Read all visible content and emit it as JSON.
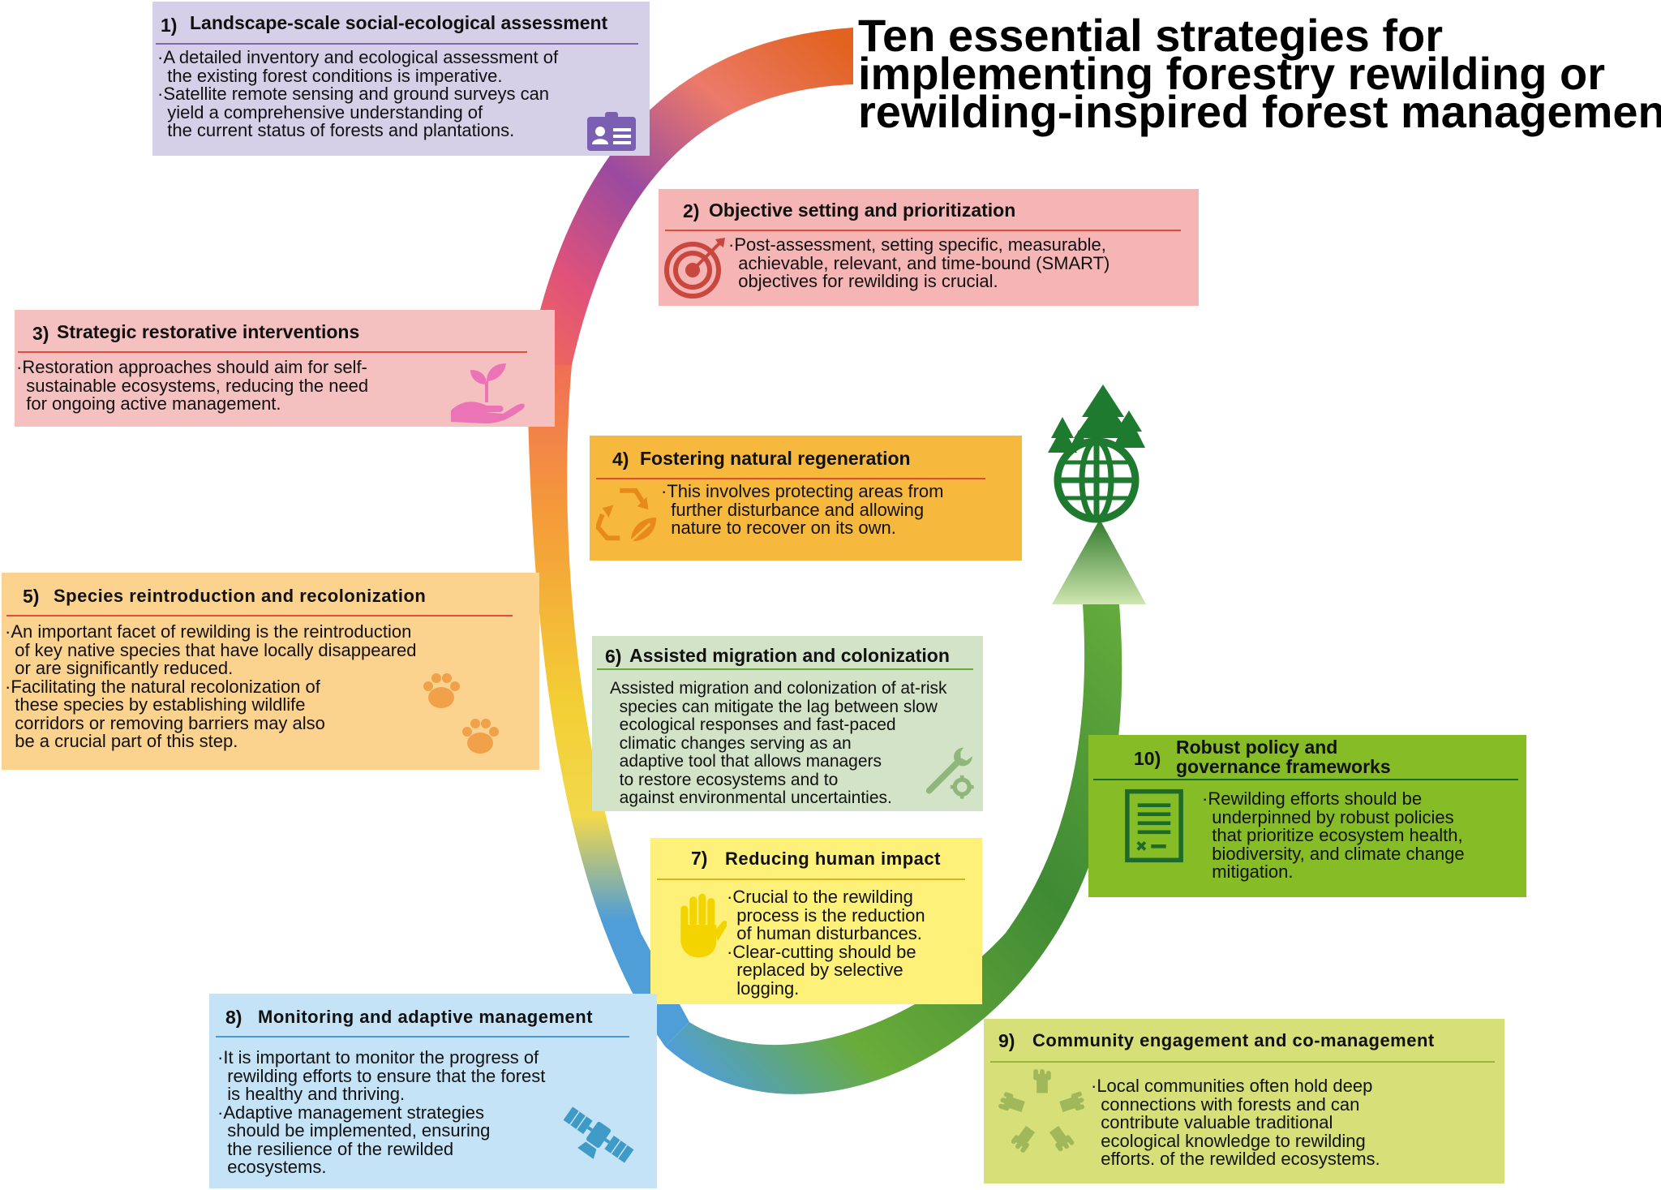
{
  "title": {
    "lines": [
      "Ten essential strategies for",
      "implementing forestry rewilding or",
      "rewilding-inspired forest management"
    ]
  },
  "colors": {
    "box1": "#d5cfe7",
    "box2": "#f5b5b4",
    "box3": "#f5c1c0",
    "box4": "#f7b83e",
    "box5": "#fbd38f",
    "box6": "#d3e3c7",
    "box7": "#fdf17a",
    "box8": "#c5e3f7",
    "box9": "#d7e078",
    "box10": "#86bc25",
    "rule_red": "#e04b3a",
    "rule_green": "#6aa83a",
    "ribbon": [
      "#e76f30",
      "#9c4a9c",
      "#e95a6a",
      "#f6a63a",
      "#f2d336",
      "#4b9ad6",
      "#5ca43a",
      "#3f8a34"
    ]
  },
  "strategies": [
    {
      "num": "1)",
      "title": "Landscape-scale social-ecological assessment",
      "lines": [
        "·A detailed inventory and ecological assessment of",
        "  the existing forest conditions is imperative.",
        "·Satellite remote sensing and ground surveys can",
        "  yield a comprehensive understanding of",
        "  the current status of forests and plantations."
      ],
      "icon": "id-card-icon"
    },
    {
      "num": "2)",
      "title": "Objective setting and prioritization",
      "lines": [
        "·Post-assessment, setting specific, measurable,",
        "  achievable, relevant, and time-bound (SMART)",
        "  objectives for rewilding is crucial."
      ],
      "icon": "target-icon"
    },
    {
      "num": "3)",
      "title": "Strategic restorative interventions",
      "lines": [
        "·Restoration approaches should aim for self-",
        "  sustainable ecosystems, reducing the need",
        "  for ongoing active management."
      ],
      "icon": "seedling-hand-icon"
    },
    {
      "num": "4)",
      "title": "Fostering natural regeneration",
      "lines": [
        "·This involves protecting areas from",
        "  further disturbance and allowing",
        "  nature to recover on its own."
      ],
      "icon": "recycle-leaf-icon"
    },
    {
      "num": "5)",
      "title": "Species reintroduction and recolonization",
      "lines": [
        "·An important facet of rewilding is the reintroduction",
        "  of key native species that have locally disappeared",
        "  or are significantly reduced.",
        "·Facilitating the natural recolonization of",
        "  these species by establishing wildlife",
        "  corridors or removing barriers may also",
        "  be a crucial part of this step."
      ],
      "icon": "paw-prints-icon"
    },
    {
      "num": "6)",
      "title": "Assisted migration and colonization",
      "lines": [
        "Assisted migration and colonization of at-risk",
        "  species can mitigate the lag between slow",
        "  ecological responses and fast-paced",
        "  climatic changes serving as an",
        "  adaptive tool that allows managers",
        "  to restore ecosystems and to",
        "  against environmental uncertainties."
      ],
      "icon": "wrench-gear-icon"
    },
    {
      "num": "7)",
      "title": "Reducing human impact",
      "lines": [
        "·Crucial to the rewilding",
        "  process is the reduction",
        "  of human disturbances.",
        "·Clear-cutting should be",
        "  replaced by selective",
        "  logging."
      ],
      "icon": "stop-hand-icon"
    },
    {
      "num": "8)",
      "title": "Monitoring and adaptive management",
      "lines": [
        "·It is important to monitor the progress of",
        "  rewilding efforts to ensure that the forest",
        "  is healthy and thriving.",
        "·Adaptive management strategies",
        "  should be implemented, ensuring",
        "  the resilience of the rewilded",
        "  ecosystems."
      ],
      "icon": "satellite-icon"
    },
    {
      "num": "9)",
      "title": "Community engagement and co-management",
      "lines": [
        "·Local communities often hold deep",
        "  connections with forests and can",
        "  contribute valuable traditional",
        "  ecological knowledge to rewilding",
        "  efforts. of the rewilded ecosystems."
      ],
      "icon": "joined-hands-icon"
    },
    {
      "num": "10)",
      "title": "Robust policy and",
      "title2": "governance frameworks",
      "lines": [
        "·Rewilding efforts should be",
        "  underpinned by robust policies",
        "  that prioritize ecosystem health,",
        "  biodiversity, and climate change",
        "  mitigation."
      ],
      "icon": "policy-document-icon"
    }
  ],
  "goal_icon": "forest-globe-icon"
}
